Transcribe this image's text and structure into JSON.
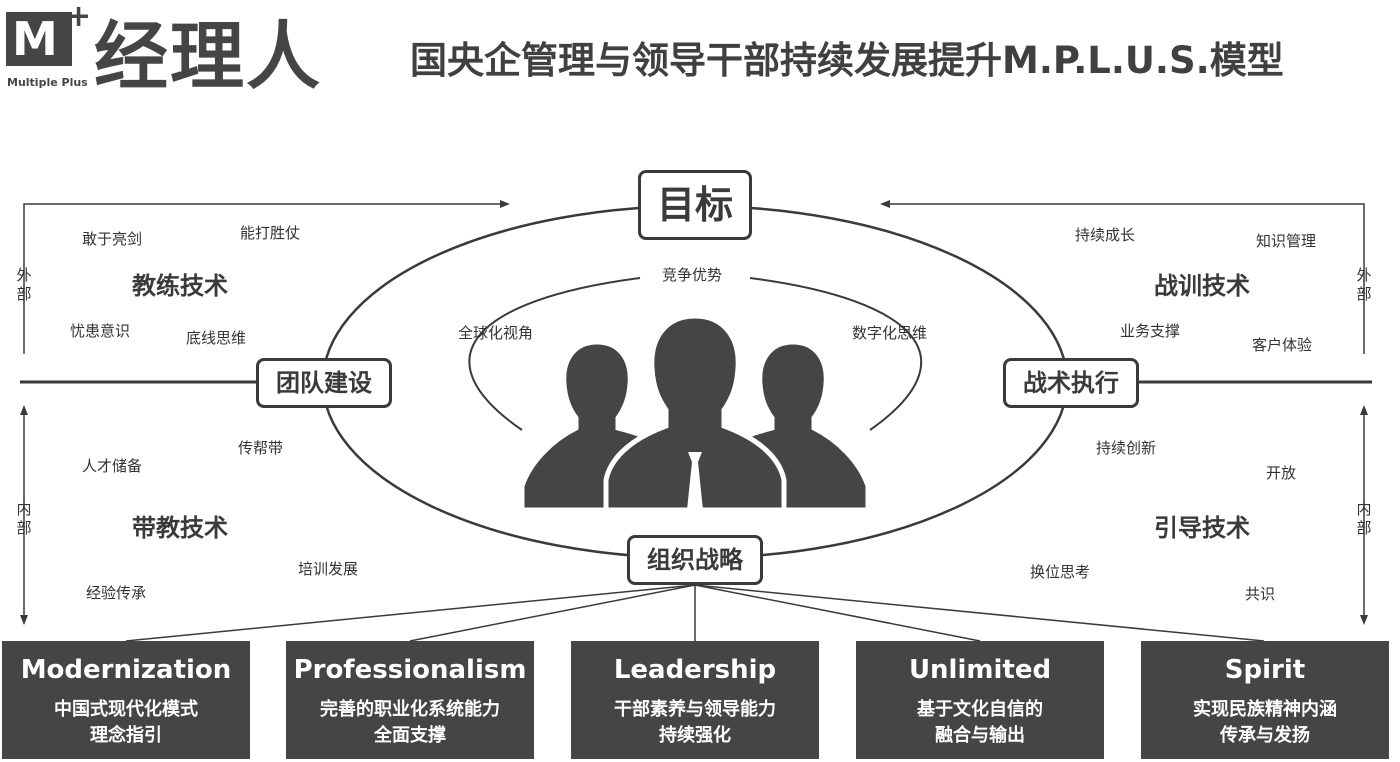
{
  "header": {
    "logo_letter": "M",
    "logo_plus": "+",
    "logo_subtitle": "Multiple Plus",
    "logo_name": "经理人",
    "title": "国央企管理与领导干部持续发展提升M.P.L.U.S.模型"
  },
  "diagram": {
    "center": {
      "goal": "目标",
      "competitive_advantage": "竞争优势",
      "global_view": "全球化视角",
      "digital_thinking": "数字化思维"
    },
    "hubs": {
      "team_building": "团队建设",
      "tactical_execution": "战术执行",
      "org_strategy": "组织战略"
    },
    "side_labels": {
      "left_top": "外部",
      "left_bottom": "内部",
      "right_top": "外部",
      "right_bottom": "内部"
    },
    "quadrants": {
      "coach": {
        "title": "教练技术",
        "keywords": [
          "敢于亮剑",
          "能打胜仗",
          "忧患意识",
          "底线思维"
        ]
      },
      "mentor": {
        "title": "带教技术",
        "keywords": [
          "人才储备",
          "传帮带",
          "经验传承",
          "培训发展"
        ]
      },
      "train": {
        "title": "战训技术",
        "keywords": [
          "持续成长",
          "知识管理",
          "业务支撑",
          "客户体验"
        ]
      },
      "guide": {
        "title": "引导技术",
        "keywords": [
          "持续创新",
          "开放",
          "换位思考",
          "共识"
        ]
      }
    },
    "colors": {
      "dark": "#454545",
      "line": "#3a3a3a"
    },
    "icons": [
      "people-group-icon"
    ]
  },
  "pillars": [
    {
      "title": "Modernization",
      "line1": "中国式现代化模式",
      "line2": "理念指引"
    },
    {
      "title": "Professionalism",
      "line1": "完善的职业化系统能力",
      "line2": "全面支撑"
    },
    {
      "title": "Leadership",
      "line1": "干部素养与领导能力",
      "line2": "持续强化"
    },
    {
      "title": "Unlimited",
      "line1": "基于文化自信的",
      "line2": "融合与输出"
    },
    {
      "title": "Spirit",
      "line1": "实现民族精神内涵",
      "line2": "传承与发扬"
    }
  ]
}
